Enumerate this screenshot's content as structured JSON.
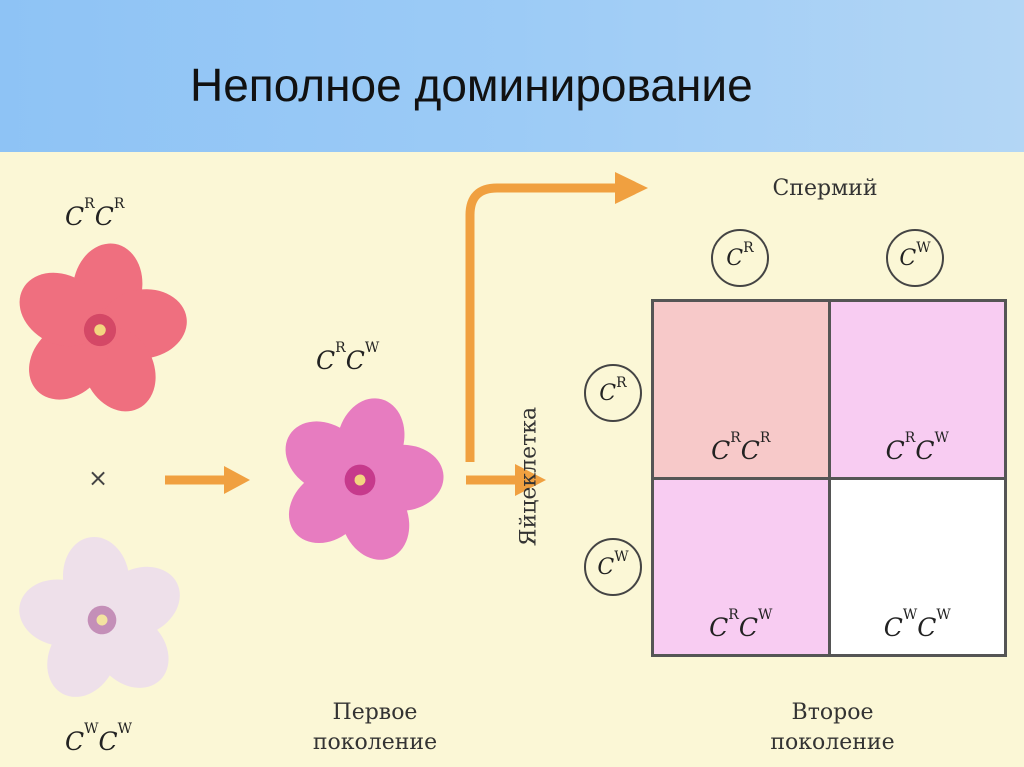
{
  "title": "Неполное доминирование",
  "parents": {
    "red_genotype": {
      "base1": "C",
      "sup1": "R",
      "base2": "C",
      "sup2": "R"
    },
    "white_genotype": {
      "base1": "C",
      "sup1": "W",
      "base2": "C",
      "sup2": "W"
    },
    "cross_symbol": "×"
  },
  "f1": {
    "genotype": {
      "base1": "C",
      "sup1": "R",
      "base2": "C",
      "sup2": "W"
    },
    "label_line1": "Первое",
    "label_line2": "поколение"
  },
  "f2": {
    "sperm_label": "Спермий",
    "egg_label": "Яйцеклетка",
    "sperm_alleles": [
      {
        "base": "C",
        "sup": "R"
      },
      {
        "base": "C",
        "sup": "W"
      }
    ],
    "egg_alleles": [
      {
        "base": "C",
        "sup": "R"
      },
      {
        "base": "C",
        "sup": "W"
      }
    ],
    "cells": [
      {
        "base1": "C",
        "sup1": "R",
        "base2": "C",
        "sup2": "R"
      },
      {
        "base1": "C",
        "sup1": "R",
        "base2": "C",
        "sup2": "W"
      },
      {
        "base1": "C",
        "sup1": "R",
        "base2": "C",
        "sup2": "W"
      },
      {
        "base1": "C",
        "sup1": "W",
        "base2": "C",
        "sup2": "W"
      }
    ],
    "label_line1": "Второе",
    "label_line2": "поколение"
  },
  "colors": {
    "header": "#9ccbf6",
    "background": "#fbf7d6",
    "arrow": "#f0a040",
    "red_flower": "#ef6f7f",
    "pink_flower": "#e77cc0",
    "white_flower": "#eee0ea",
    "cell_rr": "#f7c9c9",
    "cell_rw": "#f8ccf2",
    "cell_ww": "#ffffff"
  }
}
